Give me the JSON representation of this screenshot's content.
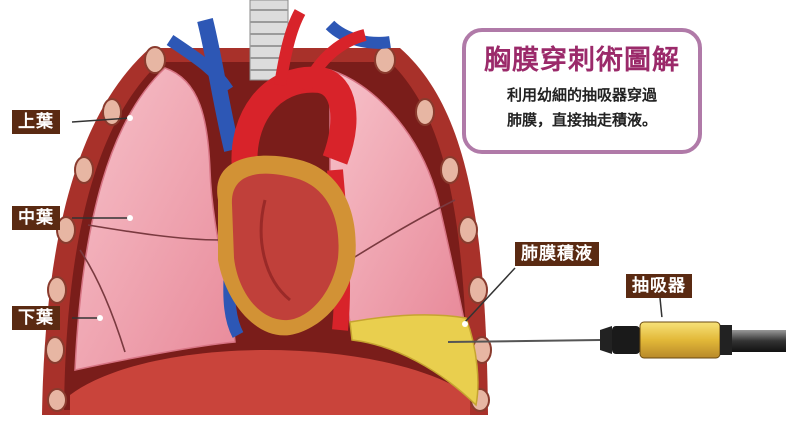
{
  "title_card": {
    "title": "胸膜穿刺術圖解",
    "desc_line1": "利用幼細的抽吸器穿過",
    "desc_line2": "肺膜，直接抽走積液。"
  },
  "labels": {
    "upper_lobe": "上葉",
    "middle_lobe": "中葉",
    "lower_lobe": "下葉",
    "pleural_effusion": "肺膜積液",
    "aspirator": "抽吸器"
  },
  "colors": {
    "label_bg": "#5a2a12",
    "title_color": "#9b2a6a",
    "card_border": "#b07aa8",
    "lung_pink": "#f2a4b0",
    "fluid_yellow": "#e9cf4e",
    "rib_red": "#a8312a"
  }
}
